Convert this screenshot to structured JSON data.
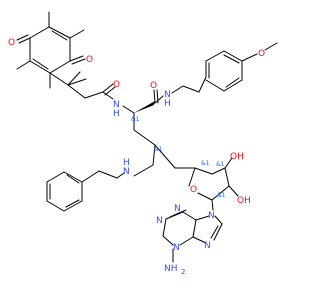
{
  "structure": {
    "atom_labels": [
      {
        "id": "o-quinone-top",
        "text": "O",
        "color": "#ff0d0d"
      },
      {
        "id": "o-quinone-bottom",
        "text": "O",
        "color": "#ff0d0d"
      },
      {
        "id": "o-amide-left",
        "text": "O",
        "color": "#ff0d0d"
      },
      {
        "id": "o-amide-right",
        "text": "O",
        "color": "#ff0d0d"
      },
      {
        "id": "o-methoxy",
        "text": "O",
        "color": "#ff0d0d"
      },
      {
        "id": "n-amide-left",
        "text": "N",
        "color": "#3050f8"
      },
      {
        "id": "h-amide-left",
        "text": "H",
        "color": "#3050f8"
      },
      {
        "id": "n-amide-right",
        "text": "N",
        "color": "#3050f8"
      },
      {
        "id": "h-amide-right",
        "text": "H",
        "color": "#3050f8"
      },
      {
        "id": "n-benzylamine",
        "text": "N",
        "color": "#3050f8"
      },
      {
        "id": "h-benzylamine",
        "text": "H",
        "color": "#3050f8"
      },
      {
        "id": "oh-upper",
        "text": "OH",
        "color": "#ff0d0d"
      },
      {
        "id": "oh-lower",
        "text": "OH",
        "color": "#ff0d0d"
      },
      {
        "id": "o-ribose",
        "text": "O",
        "color": "#ff0d0d"
      },
      {
        "id": "n-purine-9",
        "text": "N",
        "color": "#3050f8"
      },
      {
        "id": "n-purine-1",
        "text": "N",
        "color": "#3050f8"
      },
      {
        "id": "n-purine-3",
        "text": "N",
        "color": "#3050f8"
      },
      {
        "id": "n-purine-7",
        "text": "N",
        "color": "#3050f8"
      },
      {
        "id": "n-purine-5",
        "text": "N",
        "color": "#3050f8"
      },
      {
        "id": "nh2-amine",
        "text": "NH",
        "color": "#3050f8"
      },
      {
        "id": "nh2-sub",
        "text": "2",
        "color": "#3050f8"
      }
    ],
    "stereo_labels": [
      {
        "id": "stereo-1",
        "text": "&1"
      },
      {
        "id": "stereo-2",
        "text": "&1"
      },
      {
        "id": "stereo-3",
        "text": "&1"
      },
      {
        "id": "stereo-4",
        "text": "&1"
      },
      {
        "id": "stereo-5",
        "text": "&1"
      }
    ],
    "colors": {
      "bond": "#000000",
      "oxygen": "#ff0d0d",
      "nitrogen": "#3050f8",
      "stereo": "#1f66ff"
    }
  }
}
